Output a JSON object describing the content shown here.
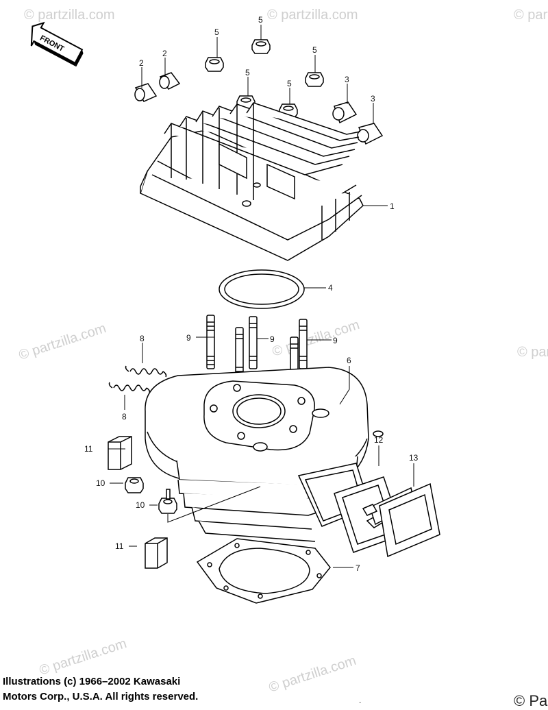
{
  "front_label": "FRONT",
  "callouts": {
    "c1": "1",
    "c2a": "2",
    "c2b": "2",
    "c3a": "3",
    "c3b": "3",
    "c4": "4",
    "c5a": "5",
    "c5b": "5",
    "c5c": "5",
    "c5d": "5",
    "c5e": "5",
    "c6": "6",
    "c7": "7",
    "c8a": "8",
    "c8b": "8",
    "c9a": "9",
    "c9b": "9",
    "c9c": "9",
    "c10a": "10",
    "c10b": "10",
    "c11a": "11",
    "c11b": "11",
    "c12": "12",
    "c13": "13"
  },
  "watermark": "© partzilla.com",
  "corner_mark": "© Pa",
  "copyright": {
    "line1": "Illustrations (c) 1966–2002 Kawasaki",
    "line2": "Motors Corp., U.S.A.  All rights reserved."
  },
  "footer_dot": "."
}
